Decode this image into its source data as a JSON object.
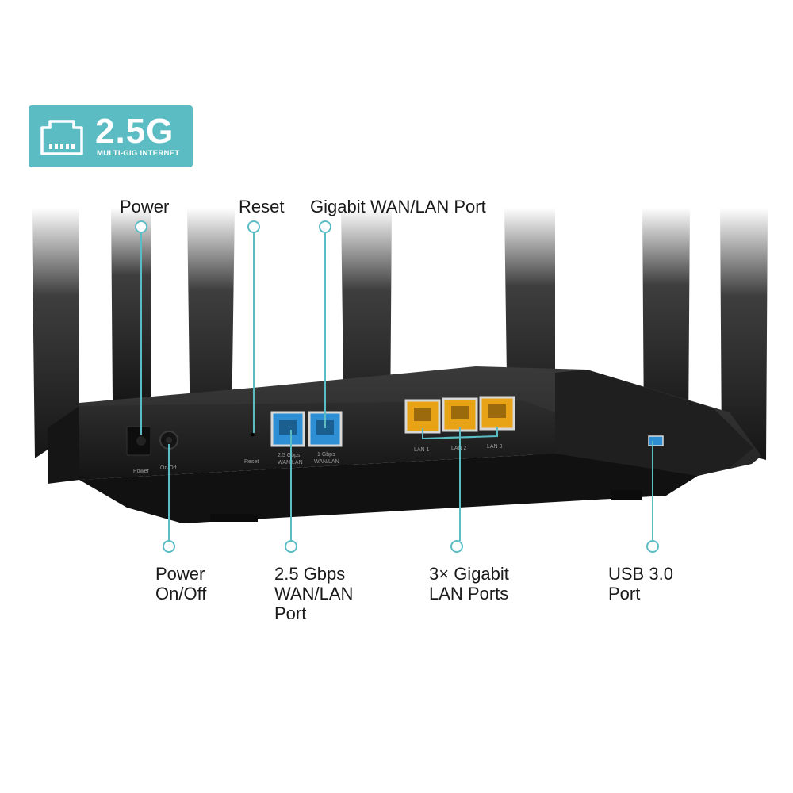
{
  "badge": {
    "icon": "ethernet-port-icon",
    "value": "2.5G",
    "caption": "MULTI-GIG INTERNET",
    "color": "#5bbcc4"
  },
  "callouts": {
    "power": "Power",
    "reset": "Reset",
    "gigabit_wan_lan": "Gigabit WAN/LAN Port",
    "power_onoff": "Power\nOn/Off",
    "wan_2_5": "2.5 Gbps\nWAN/LAN\nPort",
    "lan_ports": "3× Gigabit\nLAN Ports",
    "usb": "USB 3.0\nPort"
  },
  "panel_labels": {
    "power": "Power",
    "onoff": "On/Off",
    "reset": "Reset",
    "wan25_line1": "2.5 Gbps",
    "wan25_line2": "WAN/LAN",
    "wan1_line1": "1 Gbps",
    "wan1_line2": "WAN/LAN",
    "lan1": "LAN 1",
    "lan2": "LAN 2",
    "lan3": "LAN 3"
  },
  "colors": {
    "accent": "#5bbcc4",
    "router_body": "#1c1c1c",
    "wan_port": "#2f8fd4",
    "lan_port": "#e8a317"
  }
}
